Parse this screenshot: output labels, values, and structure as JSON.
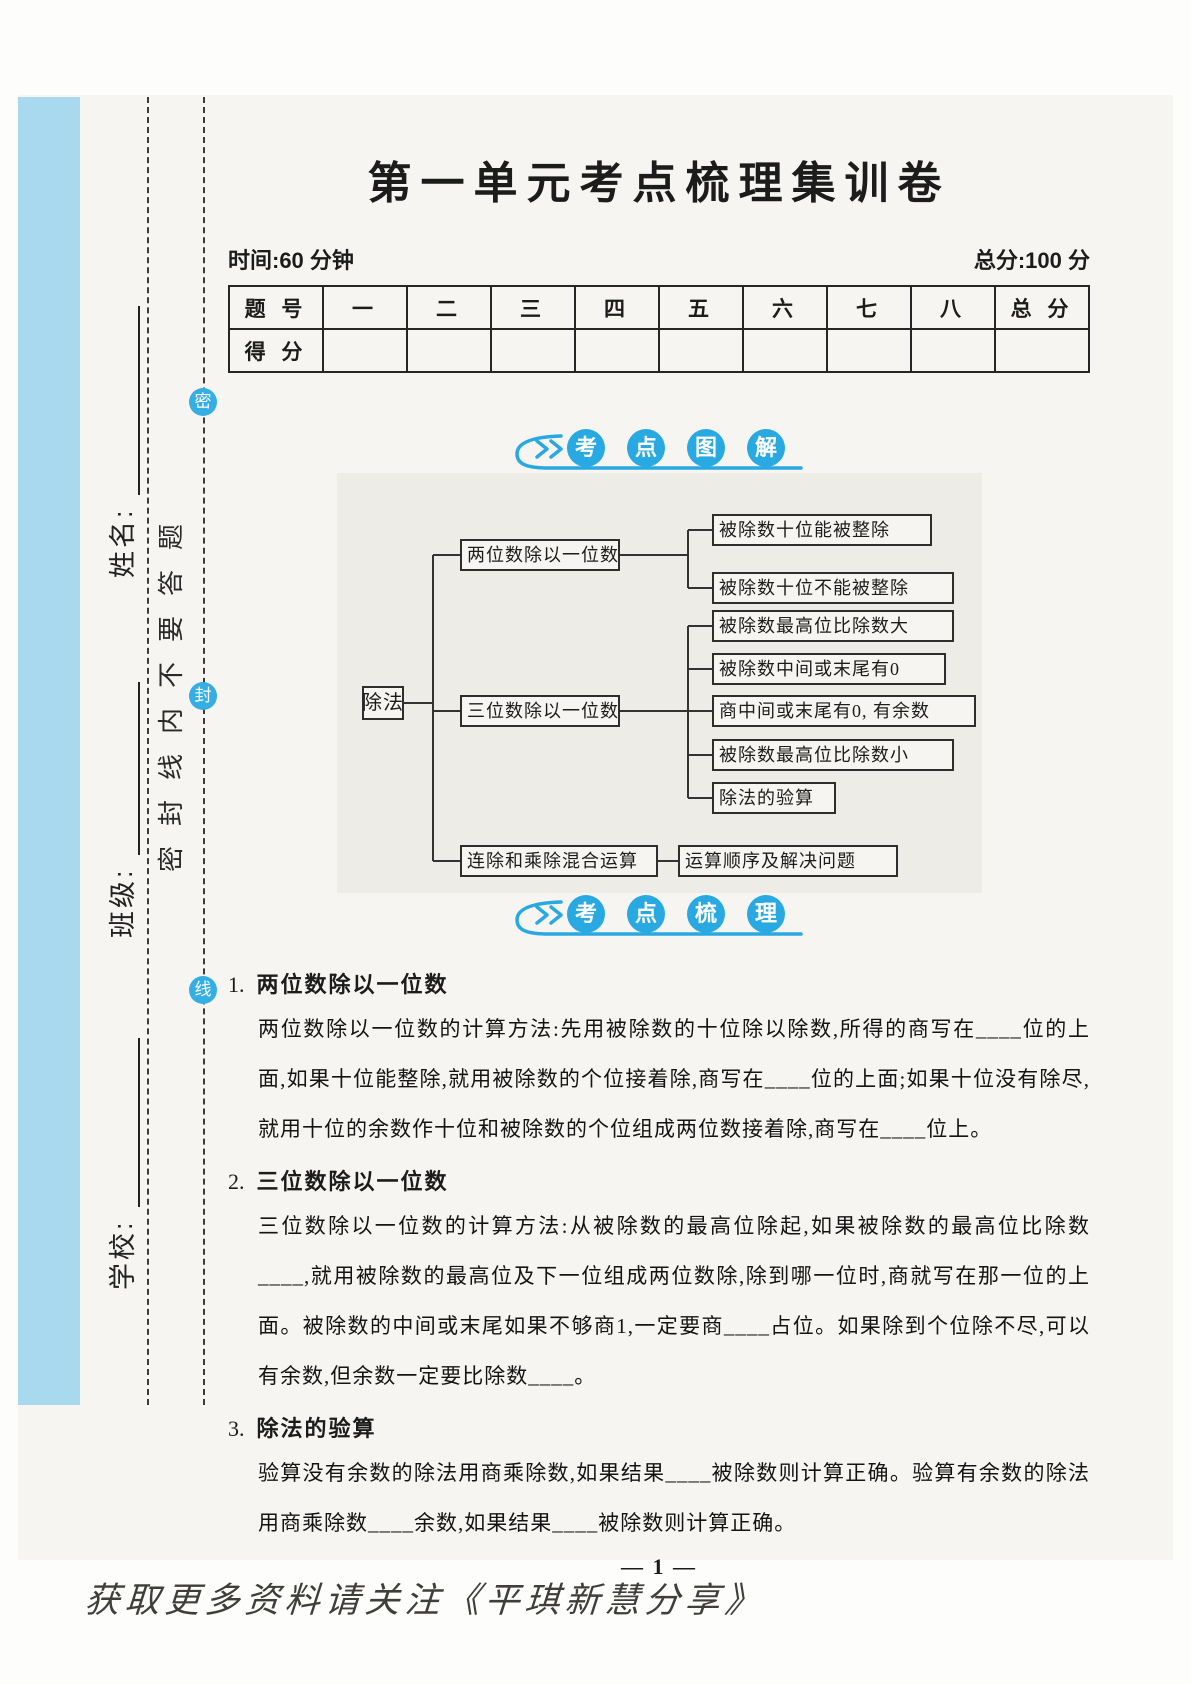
{
  "page": {
    "title": "第一单元考点梳理集训卷",
    "time_label": "时间:60 分钟",
    "total_label": "总分:100 分",
    "page_number": "— 1 —",
    "footer_note": "获取更多资料请关注《平琪新慧分享》"
  },
  "score_table": {
    "header_label": "题 号",
    "score_label": "得 分",
    "columns": [
      "一",
      "二",
      "三",
      "四",
      "五",
      "六",
      "七",
      "八",
      "总 分"
    ]
  },
  "sidebar": {
    "name_label": "姓名:",
    "class_label": "班级:",
    "school_label": "学校:",
    "seal_text": "密封线内不要答题",
    "seal_circles": [
      "密",
      "封",
      "线"
    ]
  },
  "badges": [
    {
      "chars": [
        "考",
        "点",
        "图",
        "解"
      ]
    },
    {
      "chars": [
        "考",
        "点",
        "梳",
        "理"
      ]
    }
  ],
  "flowchart": {
    "root": "除法",
    "branches": [
      {
        "label": "两位数除以一位数",
        "children": [
          "被除数十位能被整除",
          "被除数十位不能被整除"
        ]
      },
      {
        "label": "三位数除以一位数",
        "children": [
          "被除数最高位比除数大",
          "被除数中间或末尾有0",
          "商中间或末尾有0, 有余数",
          "被除数最高位比除数小",
          "除法的验算"
        ]
      },
      {
        "label": "连除和乘除混合运算",
        "children": [
          "运算顺序及解决问题"
        ]
      }
    ]
  },
  "sections": [
    {
      "number": "1.",
      "title": "两位数除以一位数",
      "body": "两位数除以一位数的计算方法:先用被除数的十位除以除数,所得的商写在____位的上面,如果十位能整除,就用被除数的个位接着除,商写在____位的上面;如果十位没有除尽,就用十位的余数作十位和被除数的个位组成两位数接着除,商写在____位上。"
    },
    {
      "number": "2.",
      "title": "三位数除以一位数",
      "body": "三位数除以一位数的计算方法:从被除数的最高位除起,如果被除数的最高位比除数____,就用被除数的最高位及下一位组成两位数除,除到哪一位时,商就写在那一位的上面。被除数的中间或末尾如果不够商1,一定要商____占位。如果除到个位除不尽,可以有余数,但余数一定要比除数____。"
    },
    {
      "number": "3.",
      "title": "除法的验算",
      "body": "验算没有余数的除法用商乘除数,如果结果____被除数则计算正确。验算有余数的除法用商乘除数____余数,如果结果____被除数则计算正确。"
    }
  ],
  "colors": {
    "accent_blue": "#29a9e1",
    "sidebar_band_blue": "#a8d9ef",
    "flowchart_panel_gray": "#edece7"
  }
}
